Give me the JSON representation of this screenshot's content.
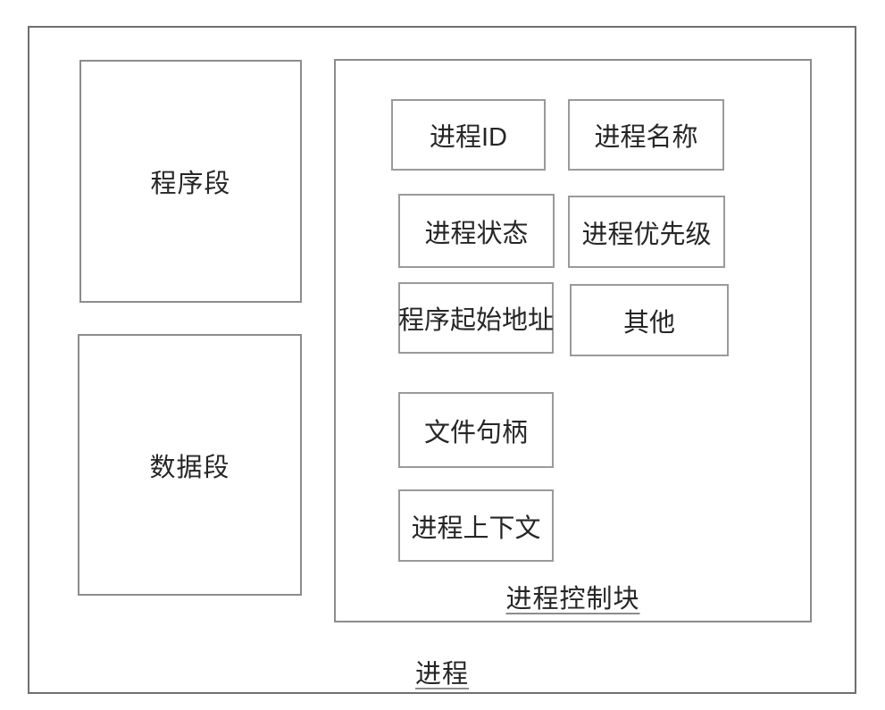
{
  "diagram": {
    "title": "process-structure-diagram",
    "outer": {
      "label": "进程"
    },
    "segments": [
      {
        "id": "program-segment",
        "label": "程序段"
      },
      {
        "id": "data-segment",
        "label": "数据段"
      }
    ],
    "pcb": {
      "label": "进程控制块",
      "fields": [
        {
          "id": "process-id",
          "label": "进程ID"
        },
        {
          "id": "process-name",
          "label": "进程名称"
        },
        {
          "id": "process-state",
          "label": "进程状态"
        },
        {
          "id": "process-priority",
          "label": "进程优先级"
        },
        {
          "id": "program-start-address",
          "label": "程序起始地址"
        },
        {
          "id": "other",
          "label": "其他"
        },
        {
          "id": "file-handle",
          "label": "文件句柄"
        },
        {
          "id": "process-context",
          "label": "进程上下文"
        }
      ]
    },
    "colors": {
      "outer_border": "#6f6f6f",
      "inner_border": "#8c8c8c",
      "text": "#262626",
      "background": "#ffffff"
    }
  }
}
